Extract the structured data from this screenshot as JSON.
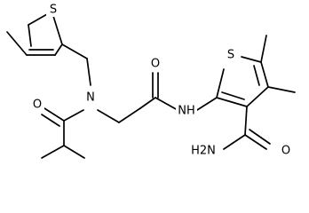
{
  "atoms": {
    "s_thiophene_top": "S",
    "n_amide": "N",
    "o_isobutyryl": "O",
    "o_acetyl": "O",
    "s_thiophene_right": "S",
    "nh_amide": "NH",
    "h2n_amide": "H2N",
    "o_carboxamide": "O"
  }
}
